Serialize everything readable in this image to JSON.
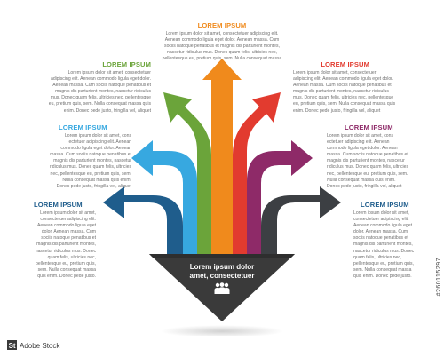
{
  "colors": {
    "orange": "#F08A1C",
    "green": "#6BA43A",
    "red": "#E23B2F",
    "light_blue": "#37A8E0",
    "purple": "#8E2A68",
    "dark_blue": "#1F5D8C",
    "dark_gray": "#3C3F43",
    "base": "#3A3A3A"
  },
  "blocks": {
    "top": {
      "title": "LOREM IPSUM",
      "body": "Lorem ipsum dolor sit amet, consectetuer adipiscing elit.\nAenean commodo ligula eget dolor. Aenean massa. Cum\nsociis natoque penatibus et magnis dis parturient montes,\nnascetur ridiculus mus. Donec quam felis, ultricies nec,\npellentesque eu, pretium quis, sem. Nulla consequat massa"
    },
    "upper_left": {
      "title": "LOREM IPSUM",
      "body": "Lorem ipsum dolor sit amet, consectetuer\nadipiscing elit. Aenean commodo ligula eget dolor.\nAenean massa. Cum sociis natoque penatibus et\nmagnis dis parturient montes, nascetur ridiculus\nmus. Donec quam felis, ultricies nec, pellentesque\neu, pretium quis, sem. Nulla consequat massa quis\nenim. Donec pede justo, fringilla vel, aliquet"
    },
    "upper_right": {
      "title": "LOREM IPSUM",
      "body": "Lorem ipsum dolor sit amet, consectetuer\nadipiscing elit. Aenean commodo ligula eget dolor.\nAenean massa. Cum sociis natoque penatibus et\nmagnis dis parturient montes, nascetur ridiculus\nmus. Donec quam felis, ultricies nec, pellentesque\neu, pretium quis, sem. Nulla consequat massa quis\nenim. Donec pede justo, fringilla vel, aliquet"
    },
    "mid_left": {
      "title": "LOREM IPSUM",
      "body": "Lorem ipsum dolor sit amet, cons\nectetuer adipiscing elit. Aenean\ncommodo ligula eget dolor. Aenean\nmassa. Cum sociis natoque penatibus et\nmagnis dis parturient montes, nascetur\nridiculus mus. Donec quam felis, ultricies\nnec, pellentesque eu, pretium quis, sem.\nNulla consequat massa quis enim.\nDonec pede justo, fringilla vel, aliquet"
    },
    "mid_right": {
      "title": "LOREM IPSUM",
      "body": "Lorem ipsum dolor sit amet, cons\nectetuer adipiscing elit. Aenean\ncommodo ligula eget dolor. Aenean\nmassa. Cum sociis natoque penatibus et\nmagnis dis parturient montes, nascetur\nridiculus mus. Donec quam felis, ultricies\nnec, pellentesque eu, pretium quis, sem.\nNulla consequat massa quis enim.\nDonec pede justo, fringilla vel, aliquet"
    },
    "low_left": {
      "title": "LOREM IPSUM",
      "body": "Lorem ipsum dolor sit amet,\nconsectetuer adipiscing elit.\nAenean commodo ligula eget\ndolor. Aenean massa. Cum\nsociis natoque penatibus et\nmagnis dis parturient montes,\nnascetur ridiculus mus. Donec\nquam felis, ultricies nec,\npellentesque eu, pretium quis,\nsem. Nulla consequat massa\nquis enim. Donec pede justo."
    },
    "low_right": {
      "title": "LOREM IPSUM",
      "body": "Lorem ipsum dolor sit amet,\nconsectetuer adipiscing elit.\nAenean commodo ligula eget\ndolor. Aenean massa. Cum\nsociis natoque penatibus et\nmagnis dis parturient montes,\nnascetur ridiculus mus. Donec\nquam felis, ultricies nec,\npellentesque eu, pretium quis,\nsem. Nulla consequat massa\nquis enim. Donec pede justo."
    }
  },
  "base": {
    "caption": "Lorem ipsum dolor\namet, consectetuer",
    "icon": "people-icon"
  },
  "stock": {
    "logo": "Adobe Stock",
    "id": "#260115297"
  }
}
